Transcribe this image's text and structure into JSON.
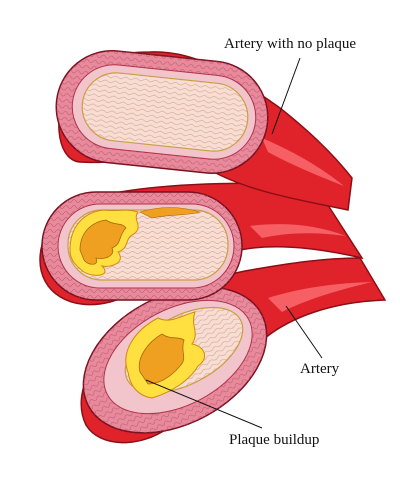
{
  "labels": {
    "no_plaque": "Artery with no plaque",
    "artery": "Artery",
    "plaque_buildup": "Plaque buildup"
  },
  "colors": {
    "outer_wall": "#e0232b",
    "wall_dark": "#a8141c",
    "wall_highlight": "#ff7a7e",
    "media": "#e8899c",
    "intima": "#f2c4cc",
    "lumen": "#f7ddd2",
    "plaque": "#f0a020",
    "plaque_light": "#ffd84a",
    "cap": "#fff06a"
  }
}
